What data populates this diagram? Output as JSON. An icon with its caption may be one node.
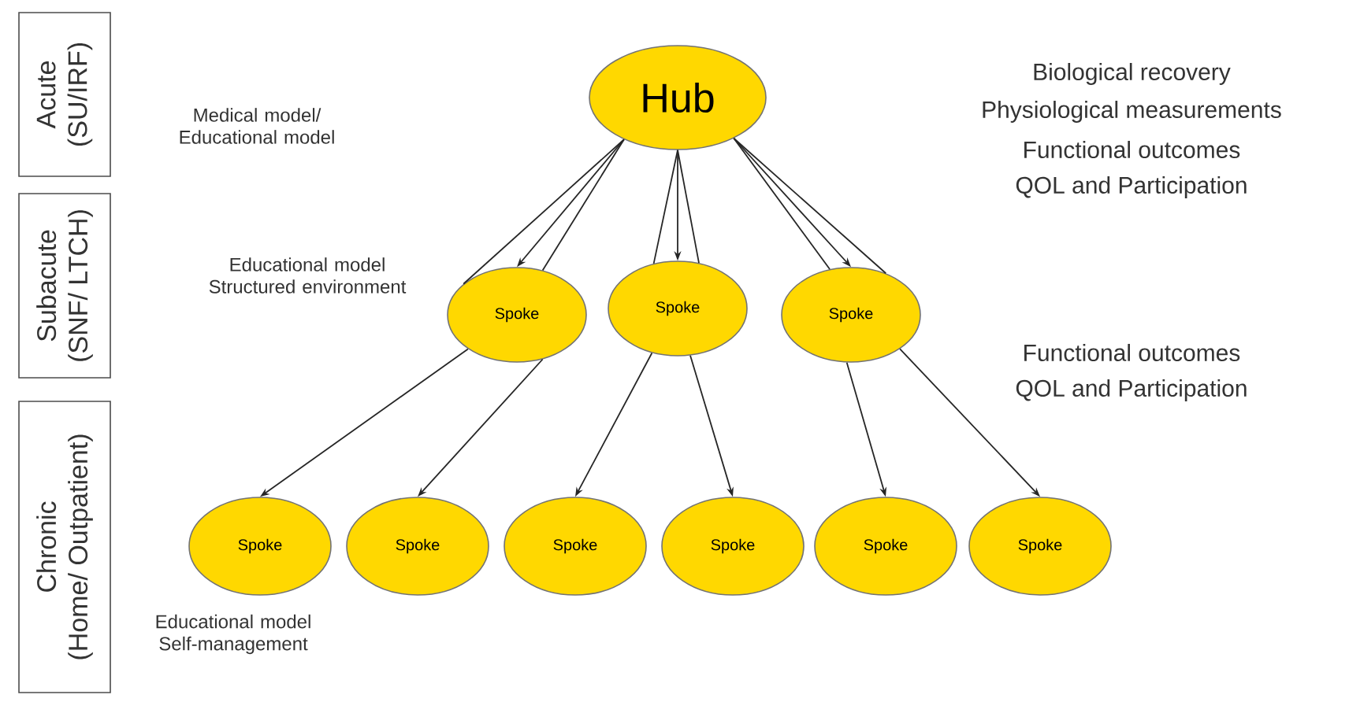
{
  "diagram": {
    "nodes": [
      {
        "text": [
          "Acute",
          "(SU/IRF)"
        ]
      },
      {
        "text": [
          "Subacute",
          "(SNF/ LTCH)"
        ]
      },
      {
        "text": [
          "Chronic",
          "(Home/ Outpatient)"
        ]
      },
      {
        "text": [
          "Hub"
        ]
      },
      {
        "text": [
          "Spoke"
        ]
      },
      {
        "text": [
          "Spoke"
        ]
      },
      {
        "text": [
          "Spoke"
        ]
      },
      {
        "text": [
          "Spoke"
        ]
      },
      {
        "text": [
          "Spoke"
        ]
      },
      {
        "text": [
          "Spoke"
        ]
      },
      {
        "text": [
          "Spoke"
        ]
      },
      {
        "text": [
          "Spoke"
        ]
      },
      {
        "text": [
          "Spoke"
        ]
      }
    ],
    "edges": [
      {
        "from": 3,
        "to": 4,
        "arrow": "none"
      },
      {
        "from": 3,
        "to": 4,
        "arrow": "to"
      },
      {
        "from": 3,
        "to": 4,
        "arrow": "none"
      },
      {
        "from": 3,
        "to": 5,
        "arrow": "none"
      },
      {
        "from": 3,
        "to": 5,
        "arrow": "to"
      },
      {
        "from": 3,
        "to": 5,
        "arrow": "none"
      },
      {
        "from": 3,
        "to": 6,
        "arrow": "none"
      },
      {
        "from": 3,
        "to": 6,
        "arrow": "to"
      },
      {
        "from": 3,
        "to": 6,
        "arrow": "none"
      },
      {
        "from": 4,
        "to": 7,
        "arrow": "to"
      },
      {
        "from": 4,
        "to": 8,
        "arrow": "to"
      },
      {
        "from": 5,
        "to": 9,
        "arrow": "to"
      },
      {
        "from": 5,
        "to": 10,
        "arrow": "to"
      },
      {
        "from": 6,
        "to": 11,
        "arrow": "to"
      },
      {
        "from": 6,
        "to": 12,
        "arrow": "to"
      }
    ],
    "labels": [
      "Medical model/ Educational model",
      "Biological recovery",
      "Physiological measurements",
      "Functional outcomes",
      "QOL and Participation",
      "Educational model Structured environment",
      "Functional outcomes",
      "QOL and Participation",
      "Educational model Self-management"
    ]
  }
}
